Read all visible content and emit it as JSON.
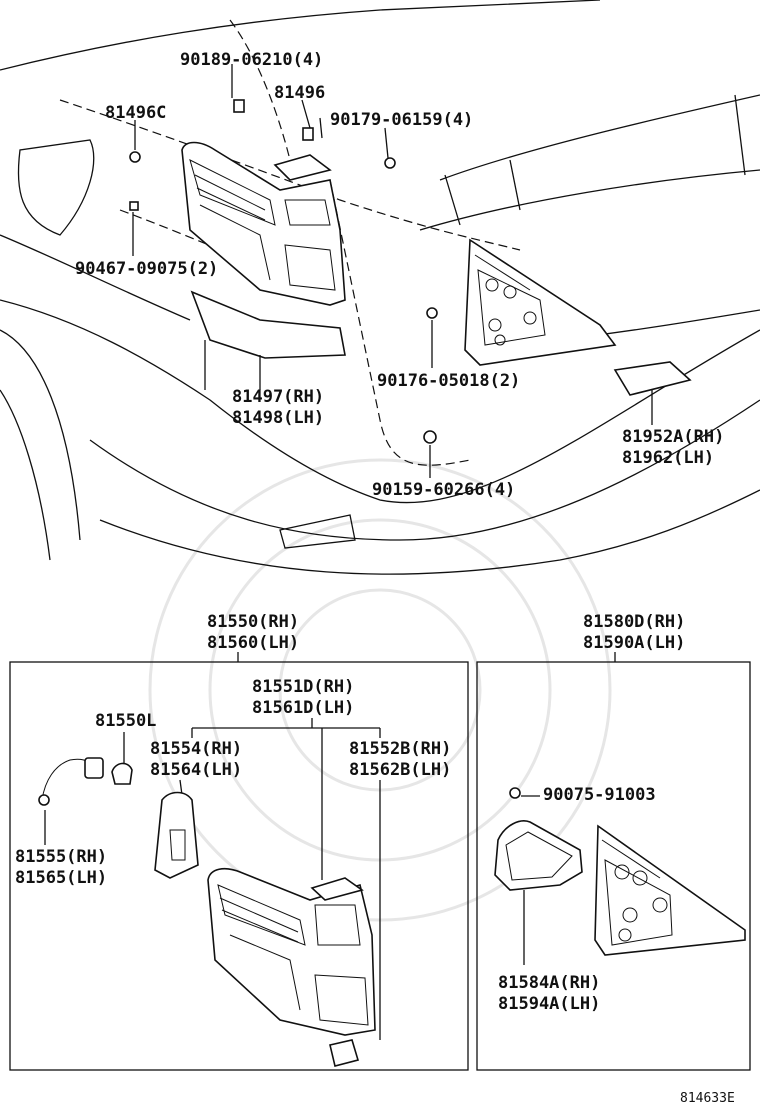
{
  "diagram_id": "814633E",
  "top_callouts": {
    "c_90189": "90189-06210(4)",
    "c_81496": "81496",
    "c_81496c": "81496C",
    "c_90179": "90179-06159(4)",
    "c_90467": "90467-09075(2)",
    "c_81497": "81497(RH)",
    "c_81498": "81498(LH)",
    "c_90176": "90176-05018(2)",
    "c_81952a": "81952A(RH)",
    "c_81962": "81962(LH)",
    "c_90159": "90159-60266(4)"
  },
  "left_box": {
    "title_rh": "81550(RH)",
    "title_lh": "81560(LH)",
    "c_81551d": "81551D(RH)",
    "c_81561d": "81561D(LH)",
    "c_81550l": "81550L",
    "c_81554": "81554(RH)",
    "c_81564": "81564(LH)",
    "c_81552b": "81552B(RH)",
    "c_81562b": "81562B(LH)",
    "c_81555": "81555(RH)",
    "c_81565": "81565(LH)"
  },
  "right_box": {
    "title_rh": "81580D(RH)",
    "title_lh": "81590A(LH)",
    "c_90075": "90075-91003",
    "c_81584a": "81584A(RH)",
    "c_81594a": "81594A(LH)"
  }
}
